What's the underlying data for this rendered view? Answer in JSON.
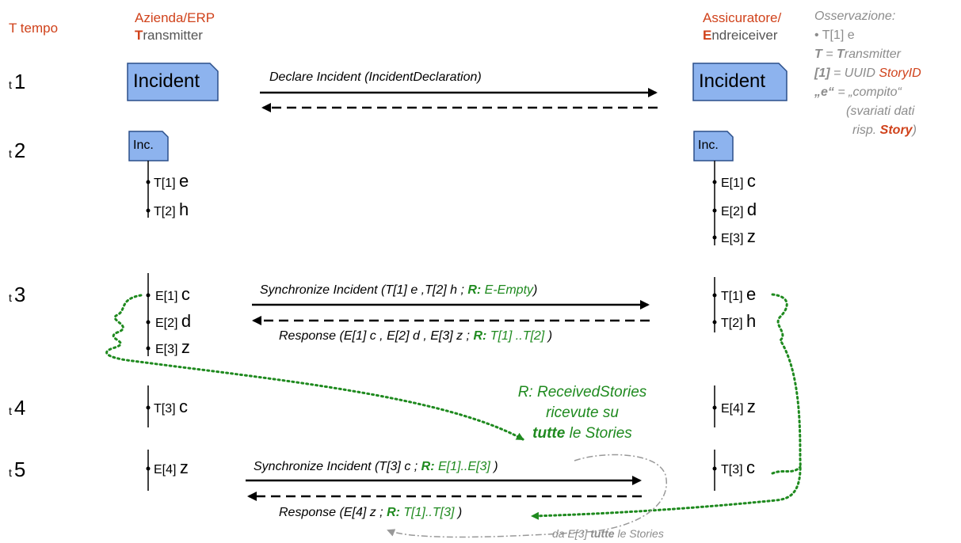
{
  "headers": {
    "time_col": "T tempo",
    "left_line1": "Azienda/ERP",
    "left_line2_first": "T",
    "left_line2_rest": "ransmitter",
    "right_line1": "Assicuratore/",
    "right_line2_first": "E",
    "right_line2_rest": "ndreiceiver"
  },
  "observation": {
    "title": "Osservazione:",
    "line1": "• T[1] e",
    "line2_key": "T",
    "line2_eq": "   = ",
    "line2_val_bold": "T",
    "line2_val_rest": "ransmitter",
    "line3_key": "[1]",
    "line3_eq": "  = UUID ",
    "line3_val": "StoryID",
    "line4_key": "„e“",
    "line4_rest": " = „compito“",
    "line5": "(svariati dati",
    "line6_pre": "risp. ",
    "line6_story": "Story",
    "line6_post": ")"
  },
  "times": [
    {
      "prefix": "t",
      "num": "1"
    },
    {
      "prefix": "t",
      "num": "2"
    },
    {
      "prefix": "t",
      "num": "3"
    },
    {
      "prefix": "t",
      "num": "4"
    },
    {
      "prefix": "t",
      "num": "5"
    }
  ],
  "docs": {
    "incident_left": "Incident",
    "incident_right": "Incident",
    "inc_left": "Inc.",
    "inc_right": "Inc."
  },
  "left_items": {
    "t2": [
      {
        "k": "T[1]",
        "v": "e"
      },
      {
        "k": "T[2]",
        "v": "h"
      }
    ],
    "t3": [
      {
        "k": "E[1]",
        "v": "c"
      },
      {
        "k": "E[2]",
        "v": "d"
      },
      {
        "k": "E[3]",
        "v": "z"
      }
    ],
    "t4": [
      {
        "k": "T[3]",
        "v": "c"
      }
    ],
    "t5": [
      {
        "k": "E[4]",
        "v": "z"
      }
    ]
  },
  "right_items": {
    "t2": [
      {
        "k": "E[1]",
        "v": "c"
      },
      {
        "k": "E[2]",
        "v": "d"
      },
      {
        "k": "E[3]",
        "v": "z"
      }
    ],
    "t3": [
      {
        "k": "T[1]",
        "v": "e"
      },
      {
        "k": "T[2]",
        "v": "h"
      }
    ],
    "t4": [
      {
        "k": "E[4]",
        "v": "z"
      }
    ],
    "t5": [
      {
        "k": "T[3]",
        "v": "c"
      }
    ]
  },
  "messages": {
    "m1": "Declare Incident (IncidentDeclaration)",
    "m3_pre": "Synchronize Incident (T[1] e ,T[2] h ; ",
    "m3_r": "R:",
    "m3_val": " E-Empty",
    "m3_post": ")",
    "m4_pre": "Response (E[1] c , E[2] d , E[3] z ; ",
    "m4_r": "R:",
    "m4_val": " T[1] ..T[2]",
    "m4_post": " )",
    "m5_pre": "Synchronize Incident (T[3] c ; ",
    "m5_r": "R:",
    "m5_val": " E[1]..E[3]",
    "m5_post": " )",
    "m6_pre": "Response (E[4] z ; ",
    "m6_r": "R:",
    "m6_val": " T[1]..T[3]",
    "m6_post": " )"
  },
  "notes": {
    "received_line1": "R: ReceivedStories",
    "received_line2": "ricevute su",
    "received_line3_bold": "tutte",
    "received_line3_rest": " le Stories",
    "da_pre": "da E[3] ",
    "da_bold": "tutte",
    "da_rest": " le Stories"
  },
  "colors": {
    "accent_red": "#d0421b",
    "grey": "#8c8c8c",
    "green": "#1f8a1f",
    "doc_fill": "#8db3ee",
    "doc_stroke": "#2b4f8a"
  }
}
